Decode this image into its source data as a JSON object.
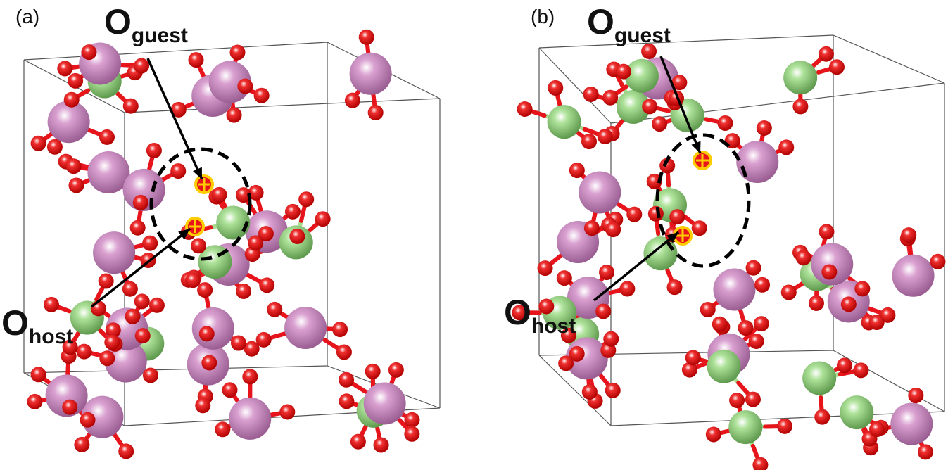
{
  "figure": {
    "panels": [
      {
        "id": "a",
        "label": "(a)",
        "guest_label": {
          "main": "O",
          "sub": "guest"
        },
        "host_label": {
          "main": "O",
          "sub": "host"
        }
      },
      {
        "id": "b",
        "label": "(b)",
        "guest_label": {
          "main": "O",
          "sub": "guest"
        },
        "host_label": {
          "main": "O",
          "sub": "host"
        }
      }
    ],
    "legend_colors": {
      "oxygen": "#e8141b",
      "metal_pink": "#c98abf",
      "metal_green": "#8fca7a",
      "highlight": "#ffcc00",
      "cell_edge": "#555555",
      "dashed_circle": "#000000"
    }
  }
}
